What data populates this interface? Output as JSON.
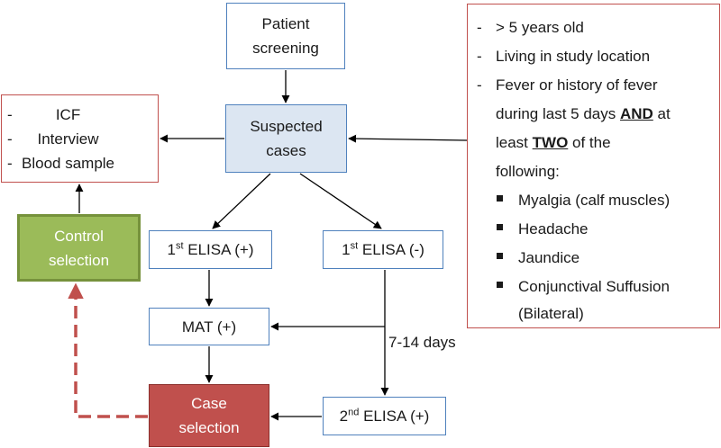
{
  "nodes": {
    "patient_screening": [
      "Patient",
      "screening"
    ],
    "suspected_cases": [
      "Suspected",
      "cases"
    ],
    "consent_items": [
      "ICF",
      "Interview",
      "Blood sample"
    ],
    "control_selection": [
      "Control",
      "selection"
    ],
    "first_elisa_pos": {
      "pre": "1",
      "sup": "st",
      "post": " ELISA (+)"
    },
    "first_elisa_neg": {
      "pre": "1",
      "sup": "st",
      "post": " ELISA (-)"
    },
    "mat_pos": "MAT (+)",
    "case_selection": [
      "Case",
      "selection"
    ],
    "second_elisa_pos": {
      "pre": "2",
      "sup": "nd",
      "post": " ELISA (+)"
    },
    "interval_label": "7-14 days"
  },
  "criteria": {
    "age": "> 5 years old",
    "location": "Living in study location",
    "fever_1": "Fever or history of fever",
    "fever_2_pre": "during last 5 days ",
    "fever_2_bold": "AND",
    "fever_2_post": " at",
    "fever_3_pre": "least ",
    "fever_3_bold": "TWO",
    "fever_3_post": " of the",
    "fever_4": "following:",
    "symptoms": [
      "Myalgia (calf muscles)",
      "Headache",
      "Jaundice",
      "Conjunctival Suffusion"
    ],
    "symptom_continuation": "(Bilateral)"
  },
  "colors": {
    "blue_border": "#4f81bd",
    "suspected_fill": "#dce6f2",
    "red_border": "#c0504d",
    "control_fill": "#9bbb59",
    "control_border": "#76923c",
    "case_fill": "#c0504d",
    "dashed_arrow": "#c0504d"
  }
}
